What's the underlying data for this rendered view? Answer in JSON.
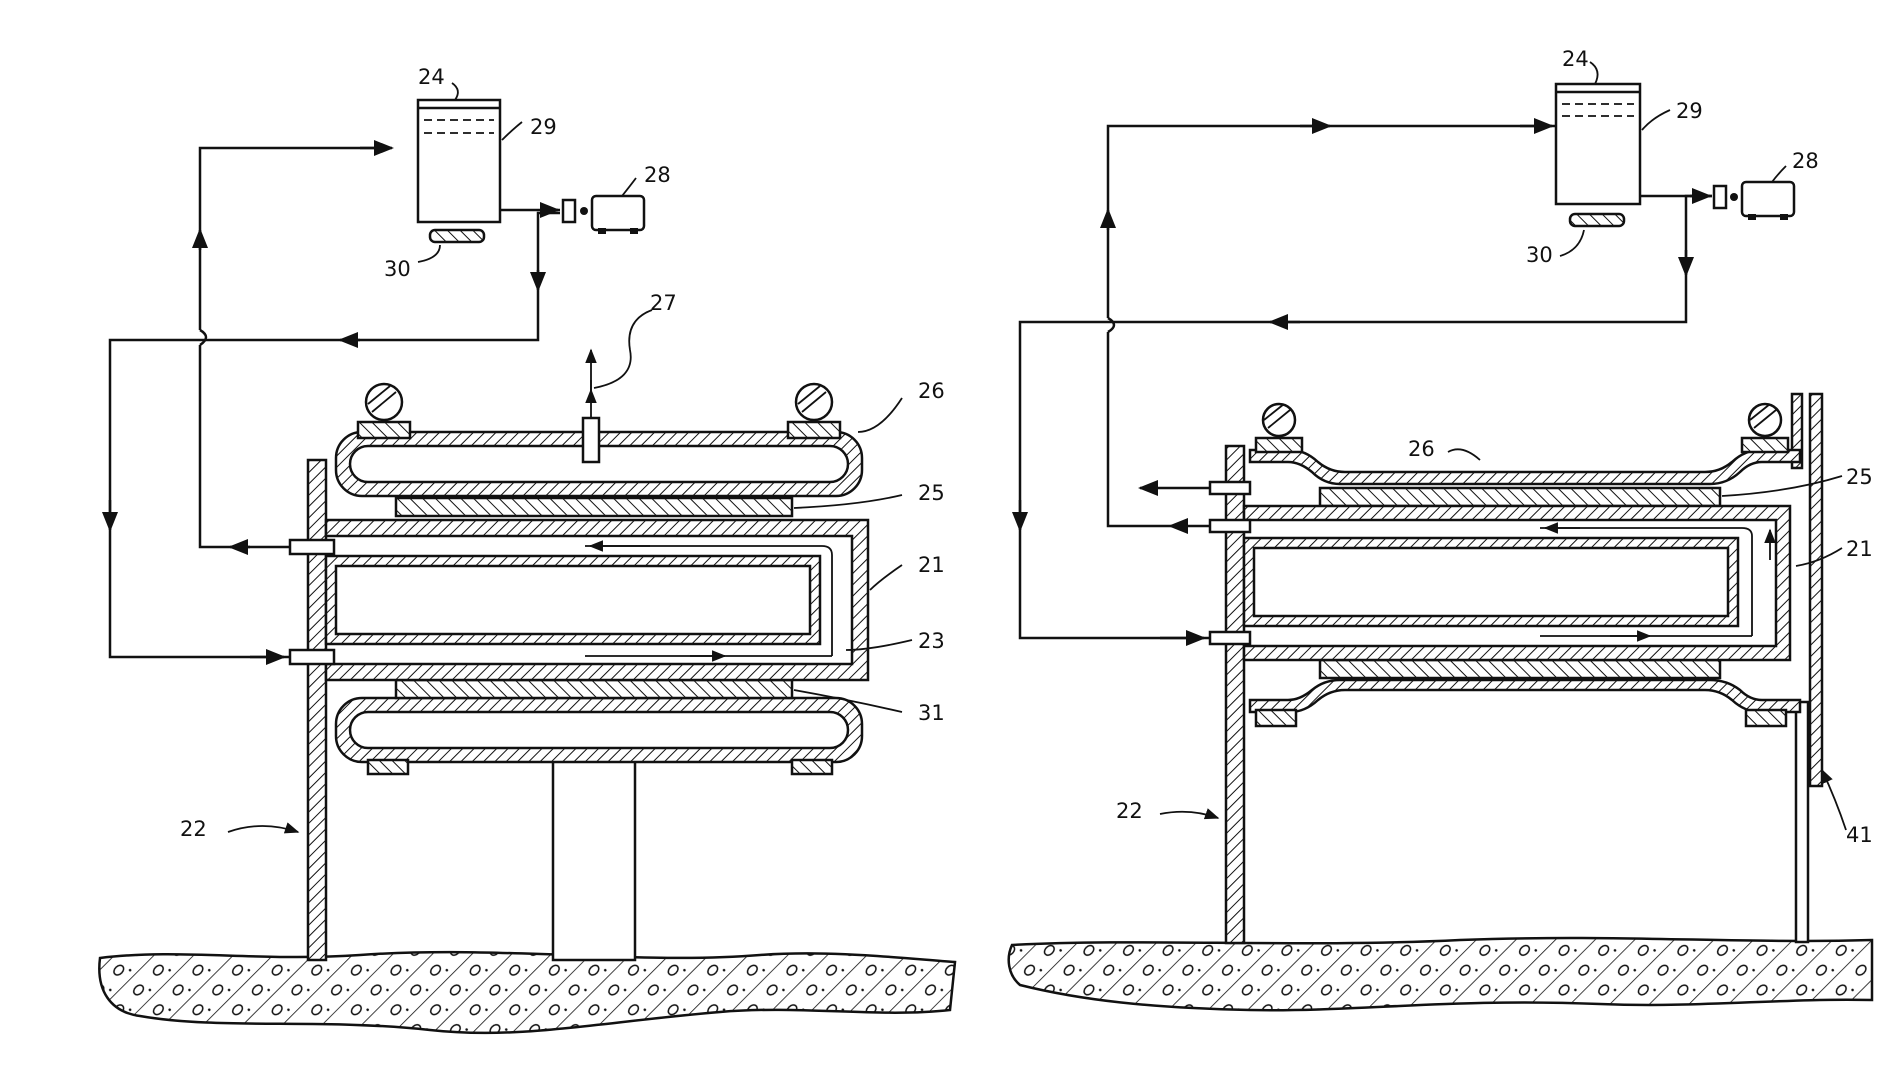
{
  "figures": [
    {
      "id": "left",
      "labels": {
        "l24": "24",
        "l29": "29",
        "l28": "28",
        "l30": "30",
        "l27": "27",
        "l26": "26",
        "l25": "25",
        "l21": "21",
        "l23": "23",
        "l31": "31",
        "l22": "22"
      }
    },
    {
      "id": "right",
      "labels": {
        "l24": "24",
        "l29": "29",
        "l28": "28",
        "l30": "30",
        "l26": "26",
        "l25": "25",
        "l21": "21",
        "l22": "22",
        "l41": "41"
      }
    }
  ],
  "colors": {
    "ink": "#111111",
    "paper": "#ffffff"
  }
}
